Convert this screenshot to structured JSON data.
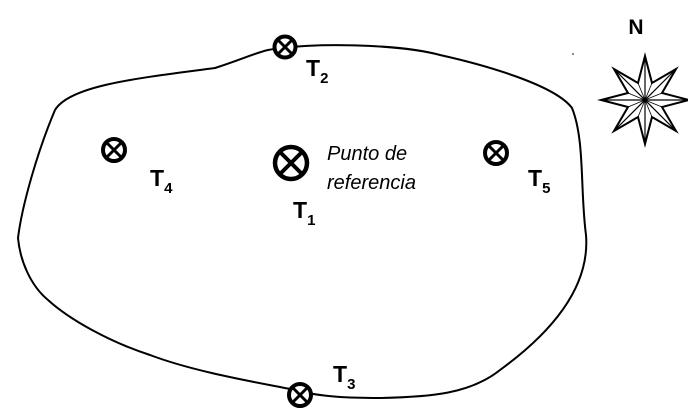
{
  "diagram": {
    "outline_color": "#000000",
    "background": "#ffffff",
    "markers": [
      {
        "id": "T1",
        "label_main": "T",
        "label_sub": "1",
        "icon": "circle-cross-marker-icon"
      },
      {
        "id": "T2",
        "label_main": "T",
        "label_sub": "2",
        "icon": "circle-cross-marker-icon"
      },
      {
        "id": "T3",
        "label_main": "T",
        "label_sub": "3",
        "icon": "circle-cross-marker-icon"
      },
      {
        "id": "T4",
        "label_main": "T",
        "label_sub": "4",
        "icon": "circle-cross-marker-icon"
      },
      {
        "id": "T5",
        "label_main": "T",
        "label_sub": "5",
        "icon": "circle-cross-marker-icon"
      }
    ],
    "reference_note": {
      "line1": "Punto de",
      "line2": "referencia"
    },
    "compass": {
      "label": "N",
      "icon": "compass-rose-icon"
    }
  }
}
